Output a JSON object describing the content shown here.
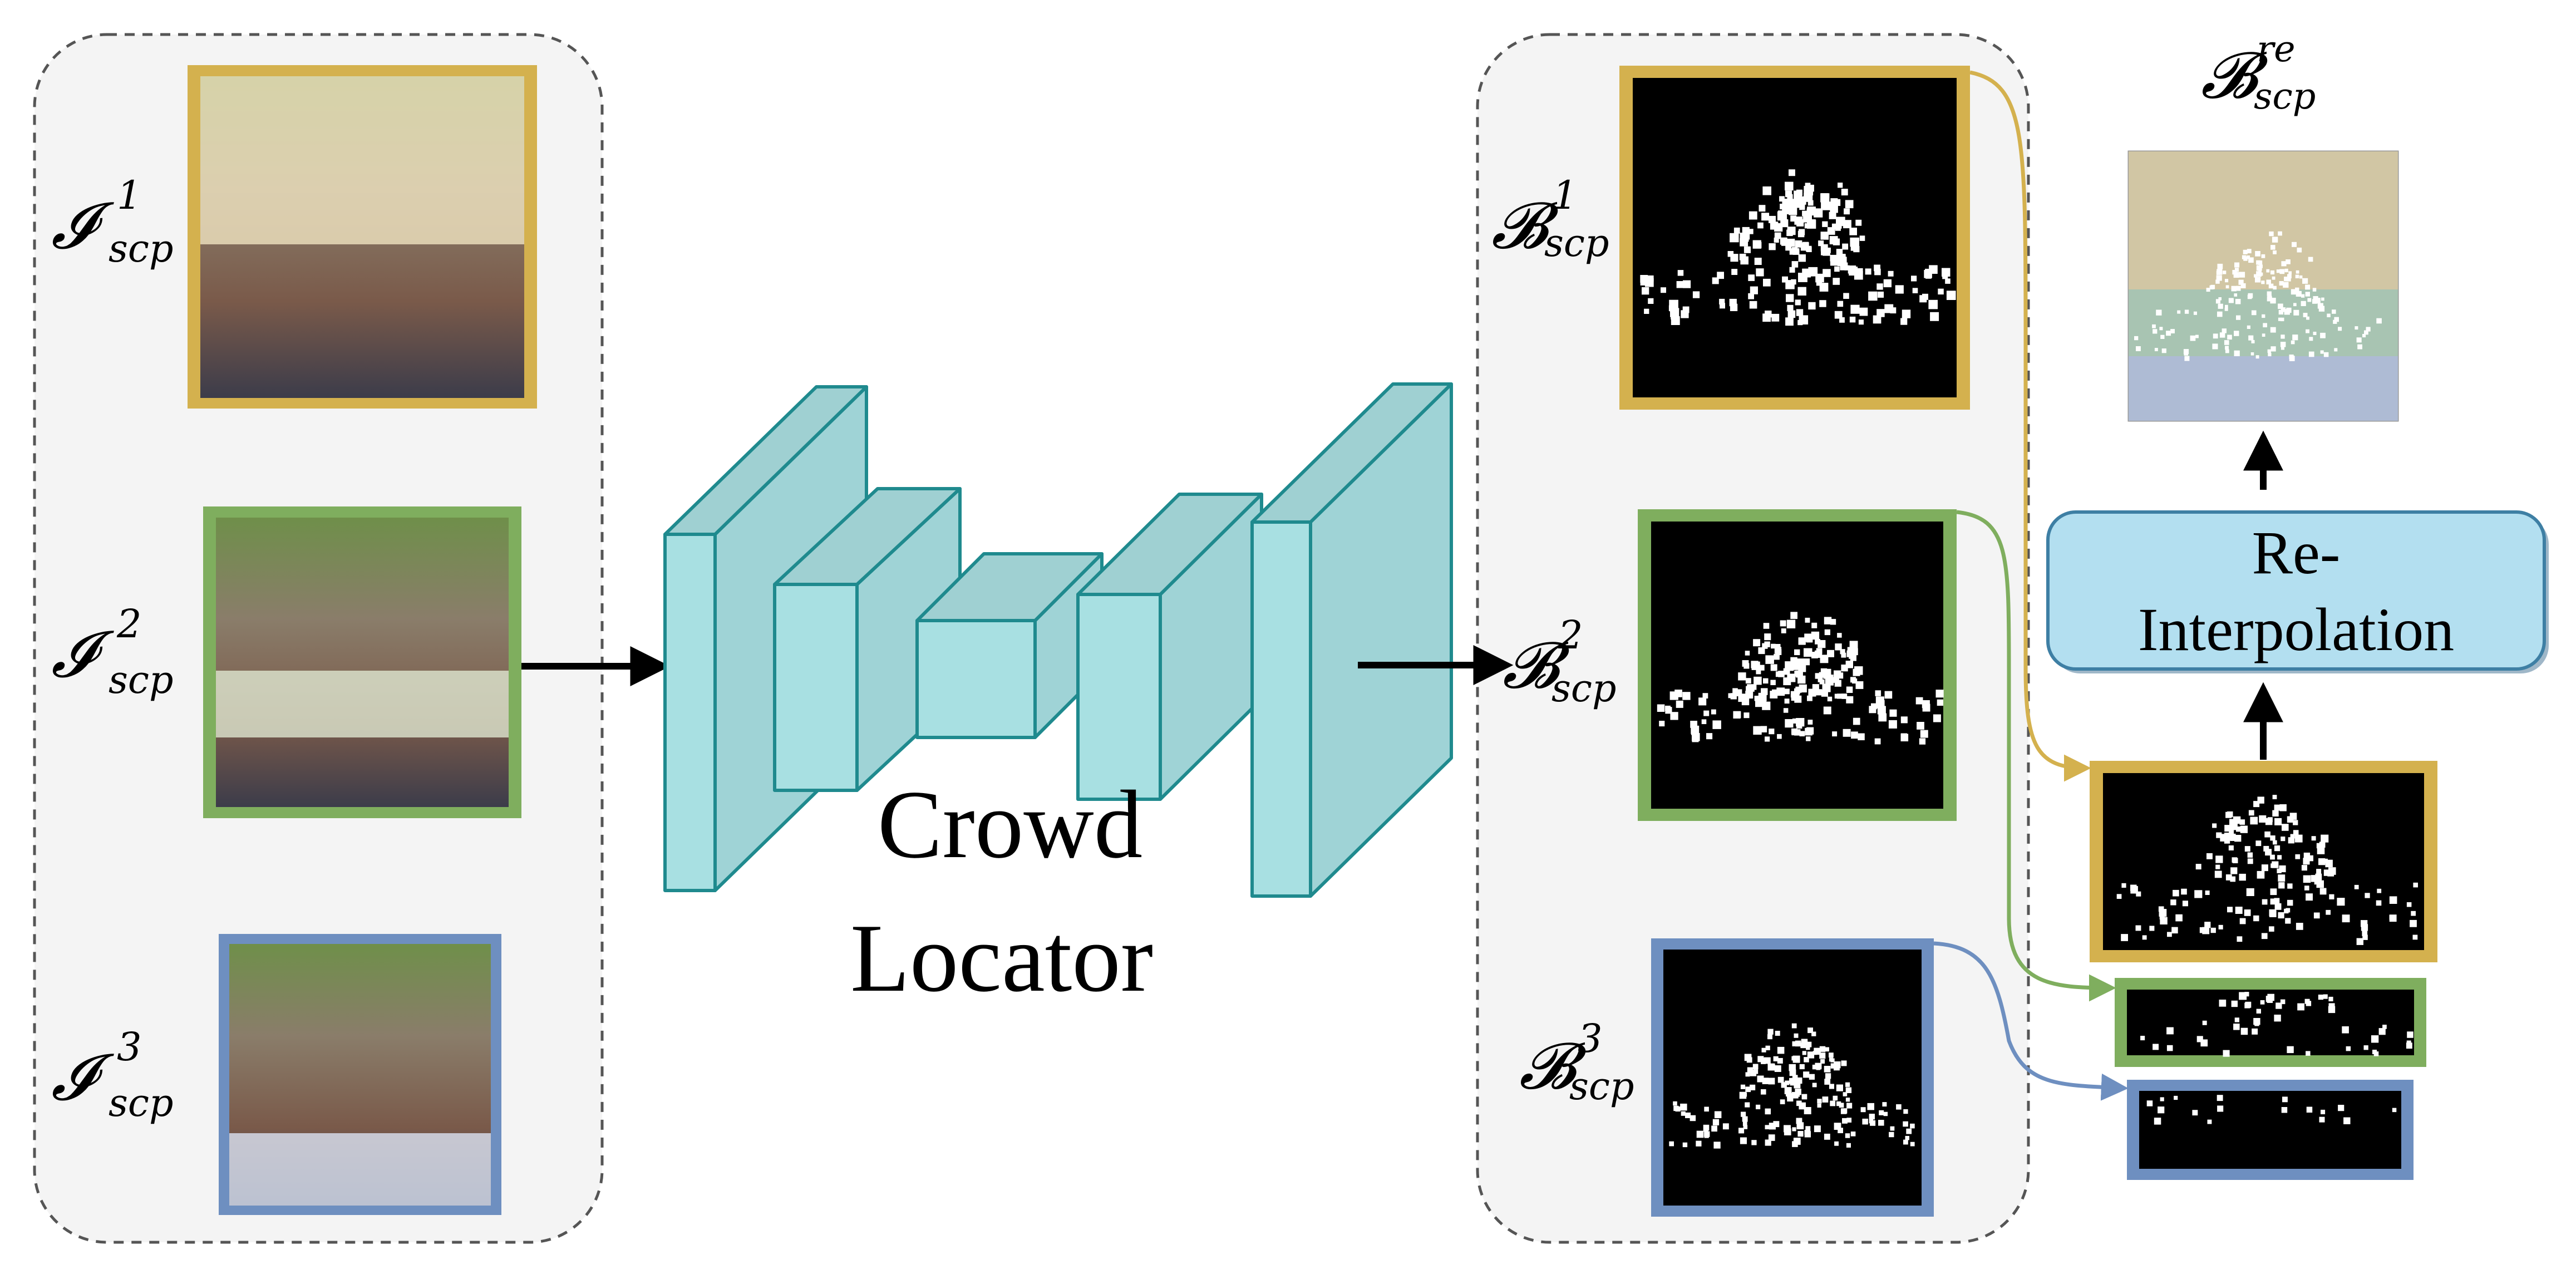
{
  "inputs": {
    "symbol": "𝓘",
    "subscript": "scp",
    "superscripts": [
      "1",
      "2",
      "3"
    ]
  },
  "outputs": {
    "symbol": "𝓑",
    "subscript": "scp",
    "superscripts": [
      "1",
      "2",
      "3"
    ]
  },
  "result": {
    "symbol": "𝓑",
    "subscript": "scp",
    "superscript": "re"
  },
  "network": {
    "label_line1": "Crowd",
    "label_line2": "Locator"
  },
  "reinterp": {
    "label_line1": "Re-",
    "label_line2": "Interpolation"
  },
  "colors": {
    "gold": "#D4B14E",
    "green": "#7FAE5E",
    "blue": "#6E8FC0",
    "teal_fill": "#A8DADC",
    "teal_stroke": "#1F8A8E",
    "panel_bg": "#F4F4F4",
    "reinterp_fill": "#B3DFF0"
  }
}
